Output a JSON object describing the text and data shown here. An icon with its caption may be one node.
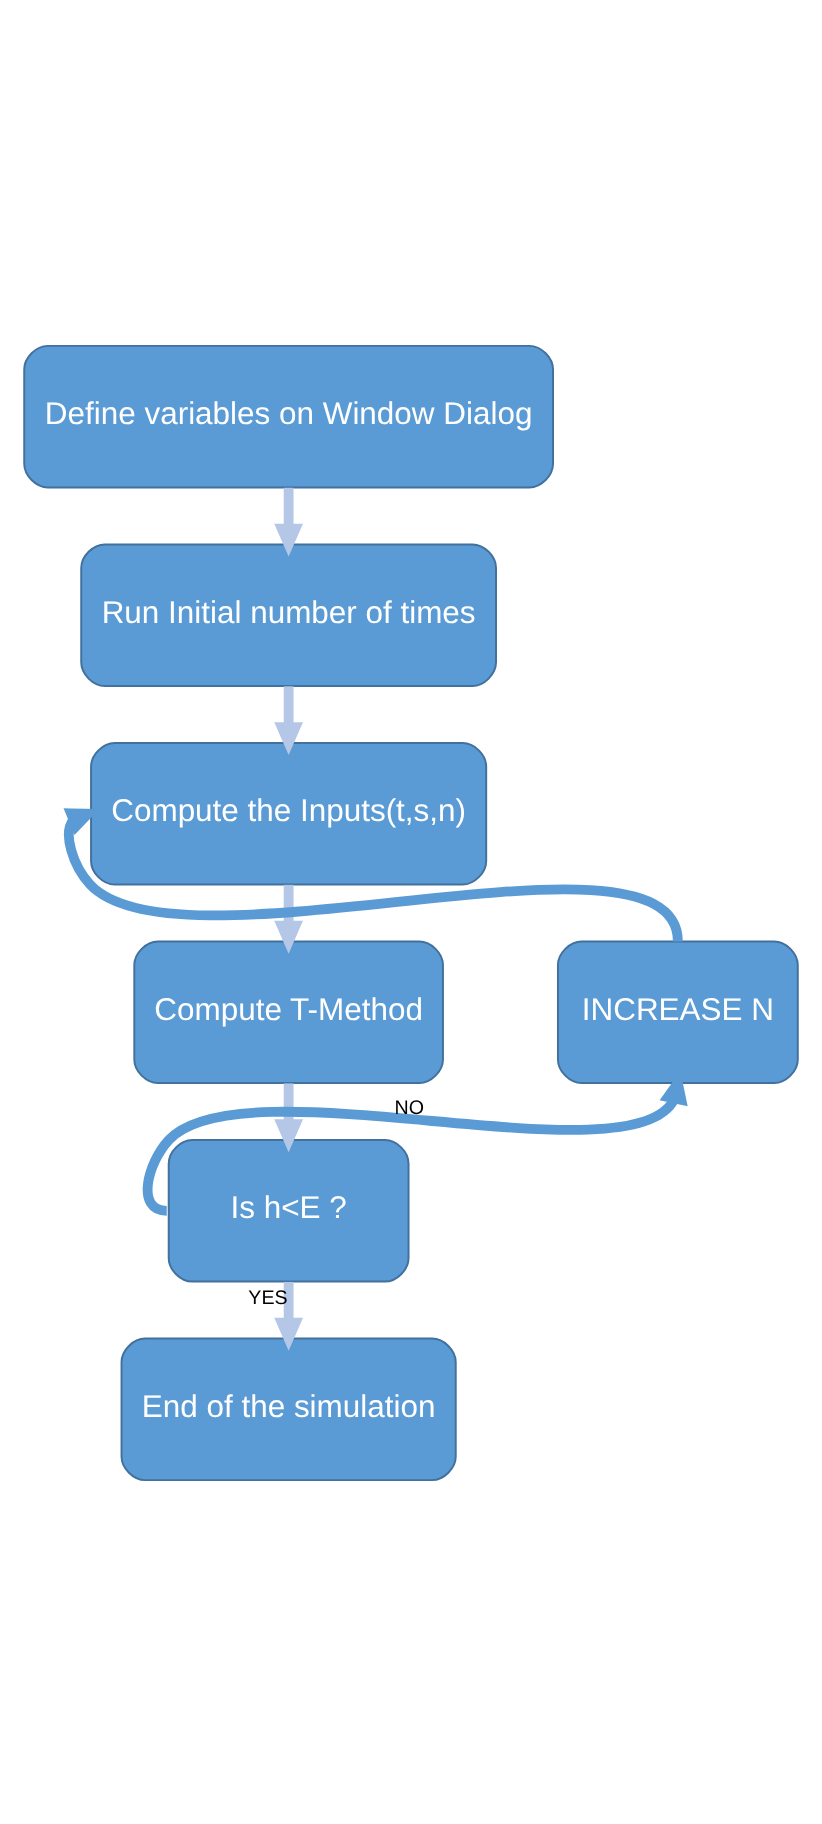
{
  "diagram": {
    "nodes": [
      {
        "text": [
          "Define variables on Window Dialog"
        ]
      },
      {
        "text": [
          "Run Initial number of times"
        ]
      },
      {
        "text": [
          "Compute the Inputs(t,s,n)"
        ]
      },
      {
        "text": [
          "Compute T-Method"
        ]
      },
      {
        "text": [
          "Is h<E ?"
        ]
      },
      {
        "text": [
          "End of the simulation"
        ]
      },
      {
        "text": [
          "INCREASE N"
        ]
      }
    ],
    "edges": [
      {
        "from": 0,
        "to": 1,
        "arrow": "to"
      },
      {
        "from": 1,
        "to": 2,
        "arrow": "to"
      },
      {
        "from": 2,
        "to": 3,
        "arrow": "to"
      },
      {
        "from": 3,
        "to": 4,
        "arrow": "to"
      },
      {
        "from": 4,
        "to": 5,
        "arrow": "to",
        "label": "YES"
      },
      {
        "from": 4,
        "to": 6,
        "arrow": "to",
        "label": "NO",
        "color": "#5b9bd5"
      },
      {
        "from": 6,
        "to": 2,
        "arrow": "to",
        "color": "#5b9bd5"
      }
    ]
  }
}
